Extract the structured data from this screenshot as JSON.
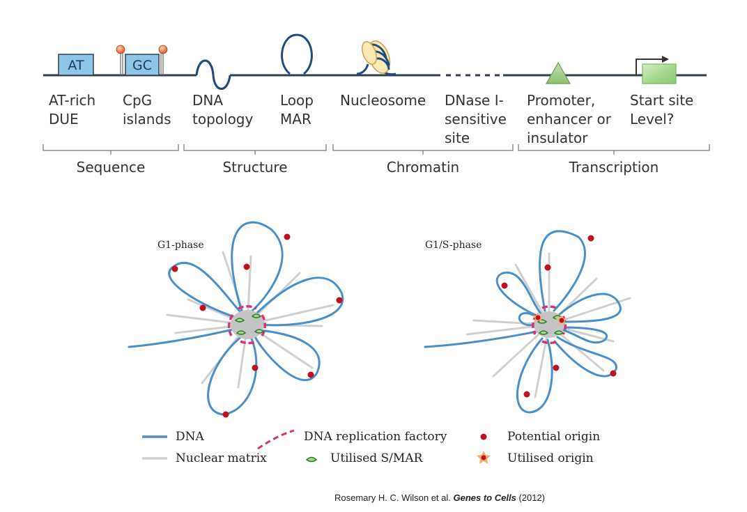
{
  "top_panel": {
    "elements": [
      {
        "line1": "AT-rich",
        "line2": "DUE"
      },
      {
        "line1": "CpG",
        "line2": "islands"
      },
      {
        "line1": "DNA",
        "line2": "topology"
      },
      {
        "line1": "Loop",
        "line2": "MAR"
      },
      {
        "line1": "Nucleosome"
      },
      {
        "line1": "DNase I-",
        "line2": "sensitive",
        "line3": "site"
      },
      {
        "line1": "Promoter,",
        "line2": "enhancer or",
        "line3": "insulator"
      },
      {
        "line1": "Start site",
        "line2": "Level?"
      }
    ],
    "box_labels": {
      "at": "AT",
      "gc": "GC"
    },
    "groups": [
      "Sequence",
      "Structure",
      "Chromatin",
      "Transcription"
    ]
  },
  "bottom_panel": {
    "left_title": "G1-phase",
    "right_title": "G1/S-phase",
    "legend": {
      "dna": "DNA",
      "matrix": "Nuclear matrix",
      "factory": "DNA replication factory",
      "smar": "Utilised S/MAR",
      "potential": "Potential origin",
      "utilised": "Utilised origin"
    },
    "colors": {
      "dna": "#4a8fc8",
      "matrix": "#c8c8c8",
      "factory": "#d6337a",
      "origin": "#c0101e",
      "smar": "#3a9a3a",
      "core": "#c4c4c4"
    }
  },
  "citation": {
    "authors": "Rosemary H. C. Wilson et al.",
    "journal": "Genes to Cells",
    "year": "(2012)"
  }
}
